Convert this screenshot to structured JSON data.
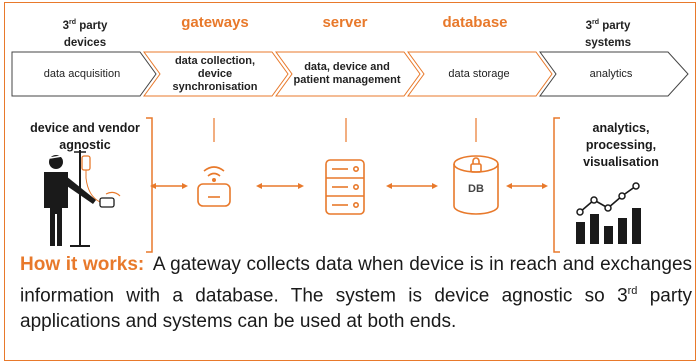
{
  "columns": {
    "third_party_devices": {
      "pre": "3",
      "sup": "rd",
      "post": " party",
      "line2": "devices"
    },
    "gateways": "gateways",
    "server": "server",
    "database": "database",
    "third_party_systems": {
      "pre": "3",
      "sup": "rd",
      "post": " party",
      "line2": "systems"
    }
  },
  "flow": [
    {
      "label": "data acquisition"
    },
    {
      "label": "data collection, device synchronisation"
    },
    {
      "label": "data, device and patient management"
    },
    {
      "label": "data storage"
    },
    {
      "label": "analytics"
    }
  ],
  "left_note": "device and vendor agnostic",
  "right_note": "analytics, processing, visualisation",
  "db_label": "DB",
  "description": {
    "lead": "How it works:",
    "part1": "A gateway collects data when device is in reach and exchanges information with a database. The system is device agnostic so 3",
    "sup": "rd",
    "part2": " party applications and systems can be used at both ends."
  },
  "colors": {
    "accent": "#e8792b",
    "text": "#1a1a1a"
  },
  "icons": [
    "patient-iv-icon",
    "router-icon",
    "server-icon",
    "database-icon",
    "analytics-chart-icon"
  ]
}
